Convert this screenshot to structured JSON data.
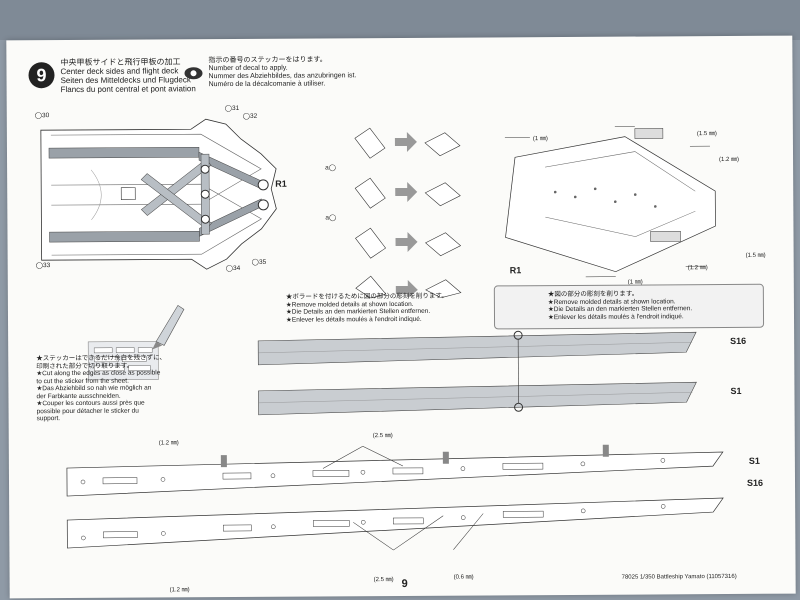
{
  "step": {
    "number": "9",
    "title_jp": "中央甲板サイドと飛行甲板の加工",
    "title_en": "Center deck sides and flight deck",
    "title_de": "Seiten des Mitteldecks und Flugdeck",
    "title_fr": "Flancs du pont central et pont aviation"
  },
  "decal_legend": {
    "jp": "指示の番号のステッカーをはります。",
    "en": "Number of decal to apply.",
    "de": "Nummer des Abziehbildes, das anzubringen ist.",
    "fr": "Numéro de la décalcomanie à utiliser."
  },
  "decal_numbers": [
    "30",
    "31",
    "32",
    "33",
    "34",
    "35",
    "a"
  ],
  "labels": {
    "r1_left": "R1",
    "r1_right": "R1",
    "s16_top": "S16",
    "s1_top": "S1",
    "s1_bottom": "S1",
    "s16_bottom": "S16"
  },
  "dims": {
    "d1_5": "(1.5 ㎜)",
    "d1_2": "(1.2 ㎜)",
    "d1": "(1 ㎜)",
    "d2_5": "(2.5 ㎜)",
    "d0_6": "(0.6 ㎜)"
  },
  "sticker_note": {
    "jp1": "★ステッカーはできるだけ余白を残さずに、",
    "jp2": "印刷された部分で切り取ります。",
    "en1": "★Cut along the edges as close as possible",
    "en2": "to cut the sticker from the sheet.",
    "de1": "★Das Abziehbild so nah wie möglich an",
    "de2": "der Farbkante ausschneiden.",
    "fr1": "★Couper les contours aussi près que",
    "fr2": "possible pour détacher le sticker du",
    "fr3": "support."
  },
  "remove_note_left": {
    "jp": "★ボラードを付けるために図の部分の彫刻を削ります。",
    "en": "★Remove molded details at shown location.",
    "de": "★Die Details an den markierten Stellen entfernen.",
    "fr": "★Enlever les détails moulés à l'endroit indiqué."
  },
  "remove_note_right": {
    "jp": "★図の部分の彫刻を削ります。",
    "en": "★Remove molded details at shown location.",
    "de": "★Die Details an den markierten Stellen entfernen.",
    "fr": "★Enlever les détails moulés à l'endroit indiqué."
  },
  "footer": {
    "catalog": "78025 1/350 Battleship Yamato (11057316)",
    "page": "9"
  }
}
